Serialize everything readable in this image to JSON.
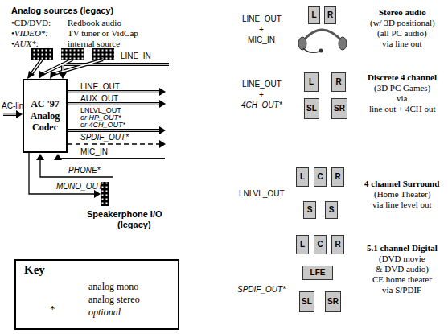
{
  "diagram": {
    "nodes": [
      {
        "text": [
          "AC '97 Analog Codec"
        ]
      },
      {
        "text": [
          "Key"
        ]
      },
      {
        "text": [
          "L"
        ]
      },
      {
        "text": [
          "R"
        ]
      },
      {
        "text": [
          "L"
        ]
      },
      {
        "text": [
          "R"
        ]
      },
      {
        "text": [
          "SL"
        ]
      },
      {
        "text": [
          "SR"
        ]
      },
      {
        "text": [
          "L"
        ]
      },
      {
        "text": [
          "C"
        ]
      },
      {
        "text": [
          "R"
        ]
      },
      {
        "text": [
          "S"
        ]
      },
      {
        "text": [
          "S"
        ]
      },
      {
        "text": [
          "L"
        ]
      },
      {
        "text": [
          "C"
        ]
      },
      {
        "text": [
          "R"
        ]
      },
      {
        "text": [
          "LFE"
        ]
      },
      {
        "text": [
          "SL"
        ]
      },
      {
        "text": [
          "SR"
        ]
      }
    ],
    "labels": [
      "Analog sources (legacy)",
      "•CD/DVD:",
      "Redbook audio",
      "•VIDEO*:",
      "TV tuner or VidCap",
      "•AUX*:",
      "internal source",
      "LINE_IN",
      "AC-link",
      "LINE_OUT",
      "AUX_OUT",
      "LNLVL_OUT",
      "or HP_OUT*",
      "or 4CH_OUT*",
      "SPDIF_OUT*",
      "MIC_IN",
      "PHONE*",
      "MONO_OUT*",
      "Speakerphone I/O",
      "(legacy)",
      "*",
      "LINE_OUT",
      "+",
      "MIC_IN",
      "Stereo audio",
      "(w/ 3D positional)",
      "(all PC audio)",
      "via line out",
      "LINE_OUT",
      "+",
      "4CH_OUT*",
      "Discrete 4 channel",
      "(3D PC Games)",
      "via",
      "line out + 4CH out",
      "LNLVL_OUT",
      "4 channel Surround",
      "(Home Theater)",
      "via line level out",
      "SPDIF_OUT*",
      "5.1 channel Digital",
      "(DVD movie",
      "& DVD audio)",
      "CE home theater",
      "via S/PDIF"
    ],
    "legend": [
      {
        "text": "analog mono"
      },
      {
        "text": "analog stereo"
      },
      {
        "text": "optional"
      }
    ]
  }
}
